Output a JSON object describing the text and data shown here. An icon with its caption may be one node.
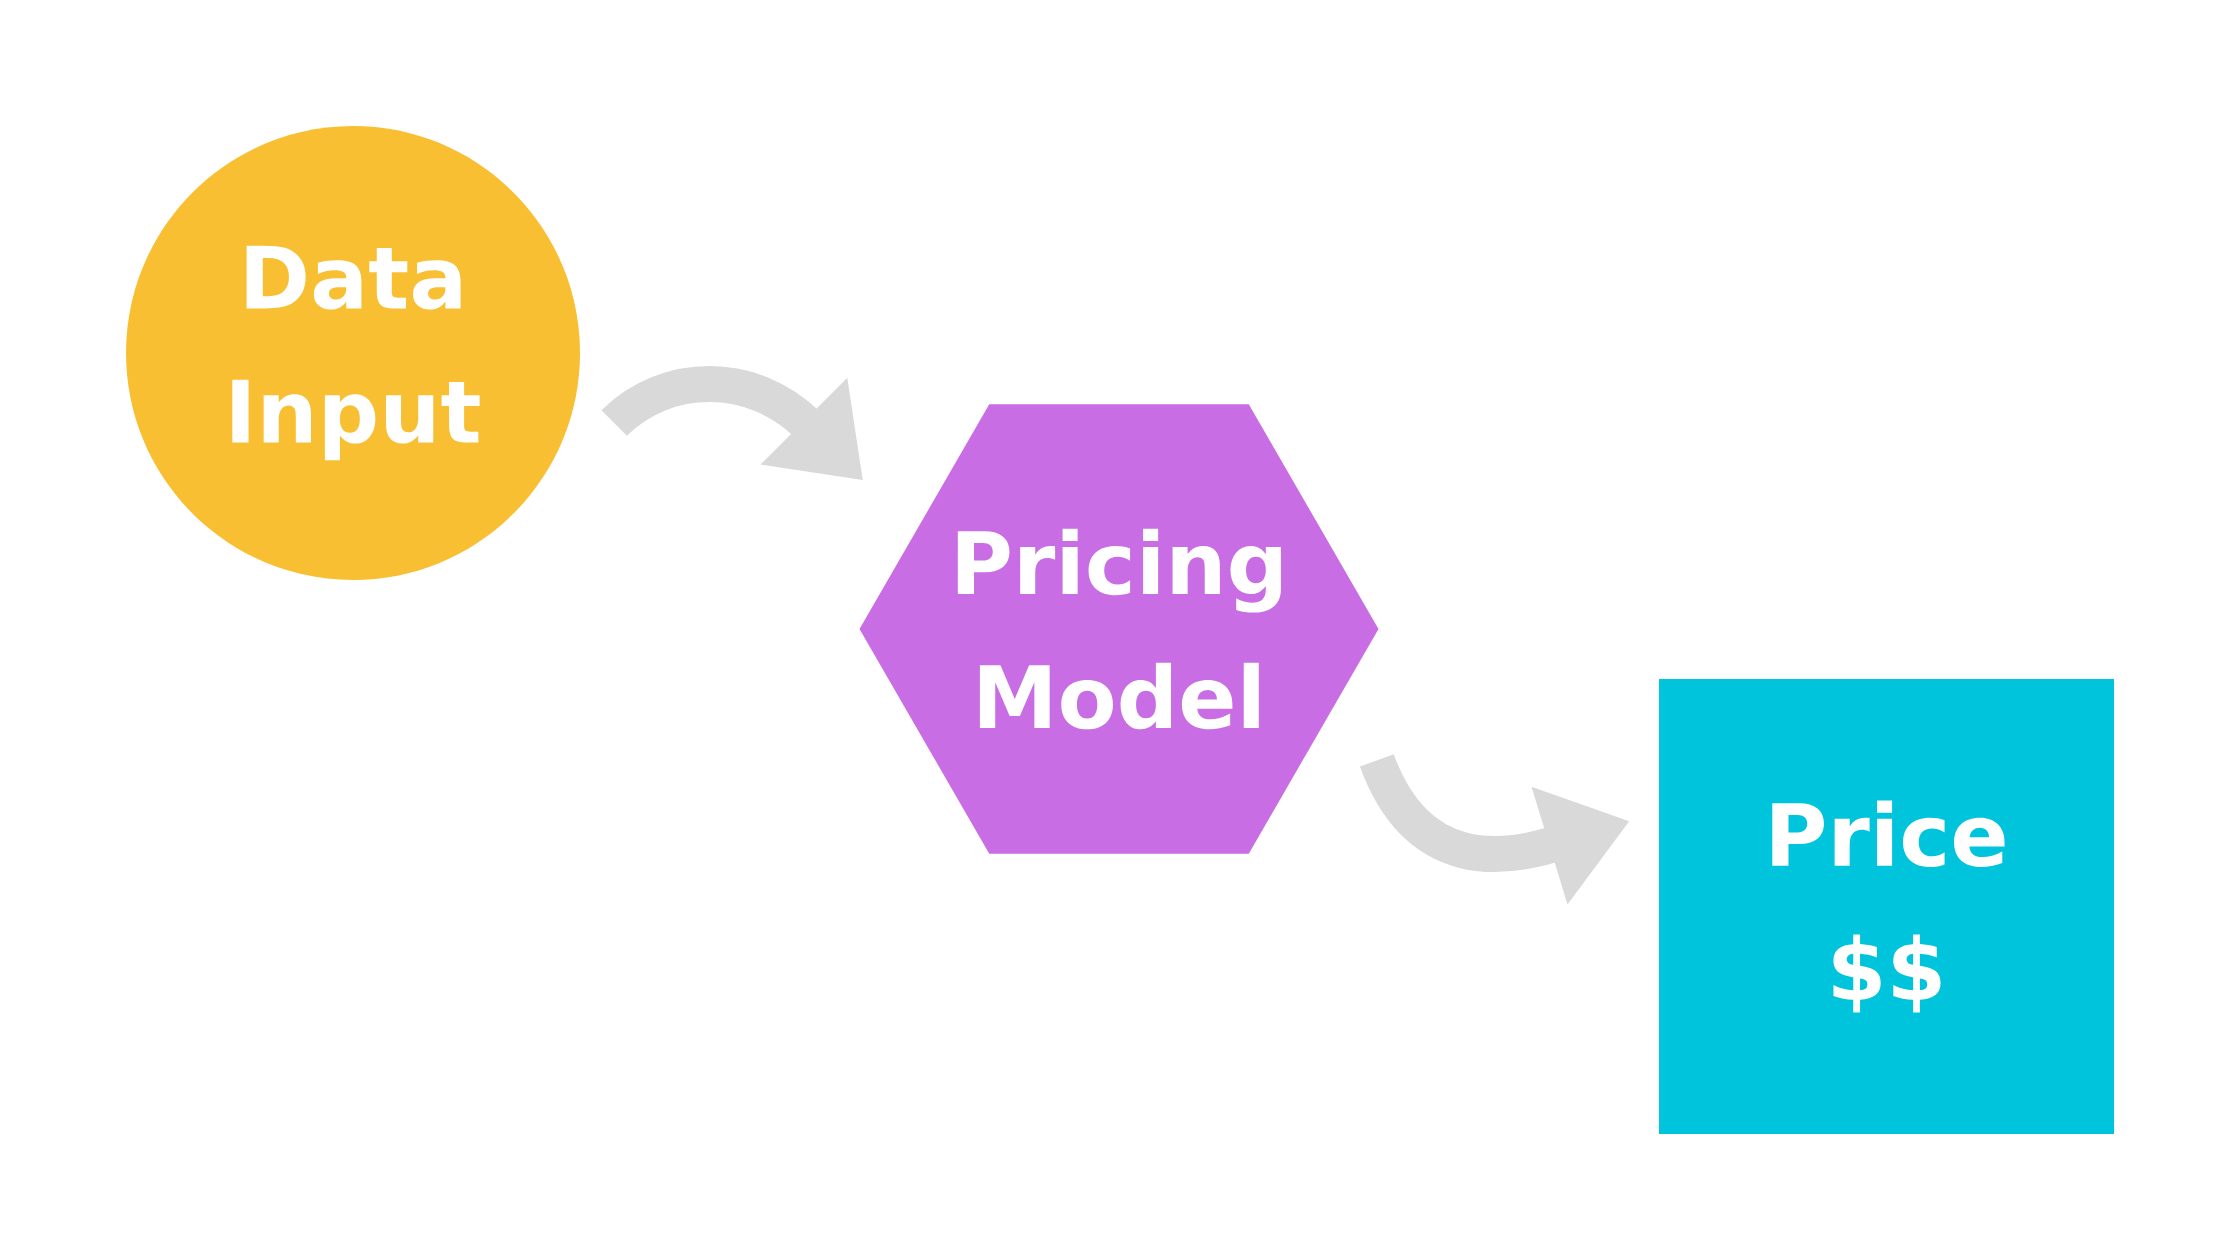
{
  "diagram": {
    "nodes": [
      {
        "text": [
          "Data Input"
        ]
      },
      {
        "text": [
          "Pricing Model"
        ]
      },
      {
        "text": [
          "Price $$"
        ]
      }
    ],
    "edges": [
      {
        "from": 0,
        "to": 1,
        "arrow": "to"
      },
      {
        "from": 1,
        "to": 2,
        "arrow": "to"
      }
    ]
  }
}
